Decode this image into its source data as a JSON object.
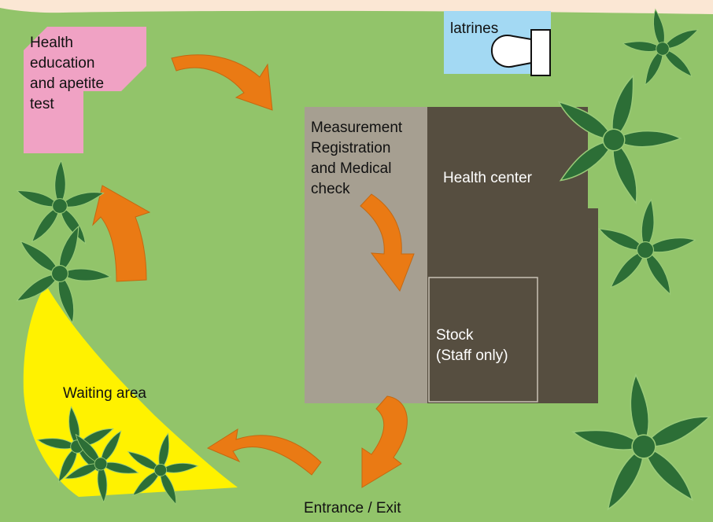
{
  "labels": {
    "health_education": "Health\neducation\nand apetite\ntest",
    "latrines": "latrines",
    "registration": "Measurement\nRegistration\nand Medical\ncheck",
    "health_center": "Health center",
    "stock": "Stock\n(Staff only)",
    "waiting_area": "Waiting area",
    "entrance": "Entrance / Exit"
  },
  "colors": {
    "ground": "#92c46a",
    "top_band": "#fbe7d4",
    "health_education_zone": "#f0a2c4",
    "latrines_zone": "#a3d9f3",
    "registration_zone": "#a69f91",
    "health_center_zone": "#564e40",
    "waiting_zone": "#fff200",
    "arrow": "#ea7a14",
    "plant": "#2c6e36"
  }
}
